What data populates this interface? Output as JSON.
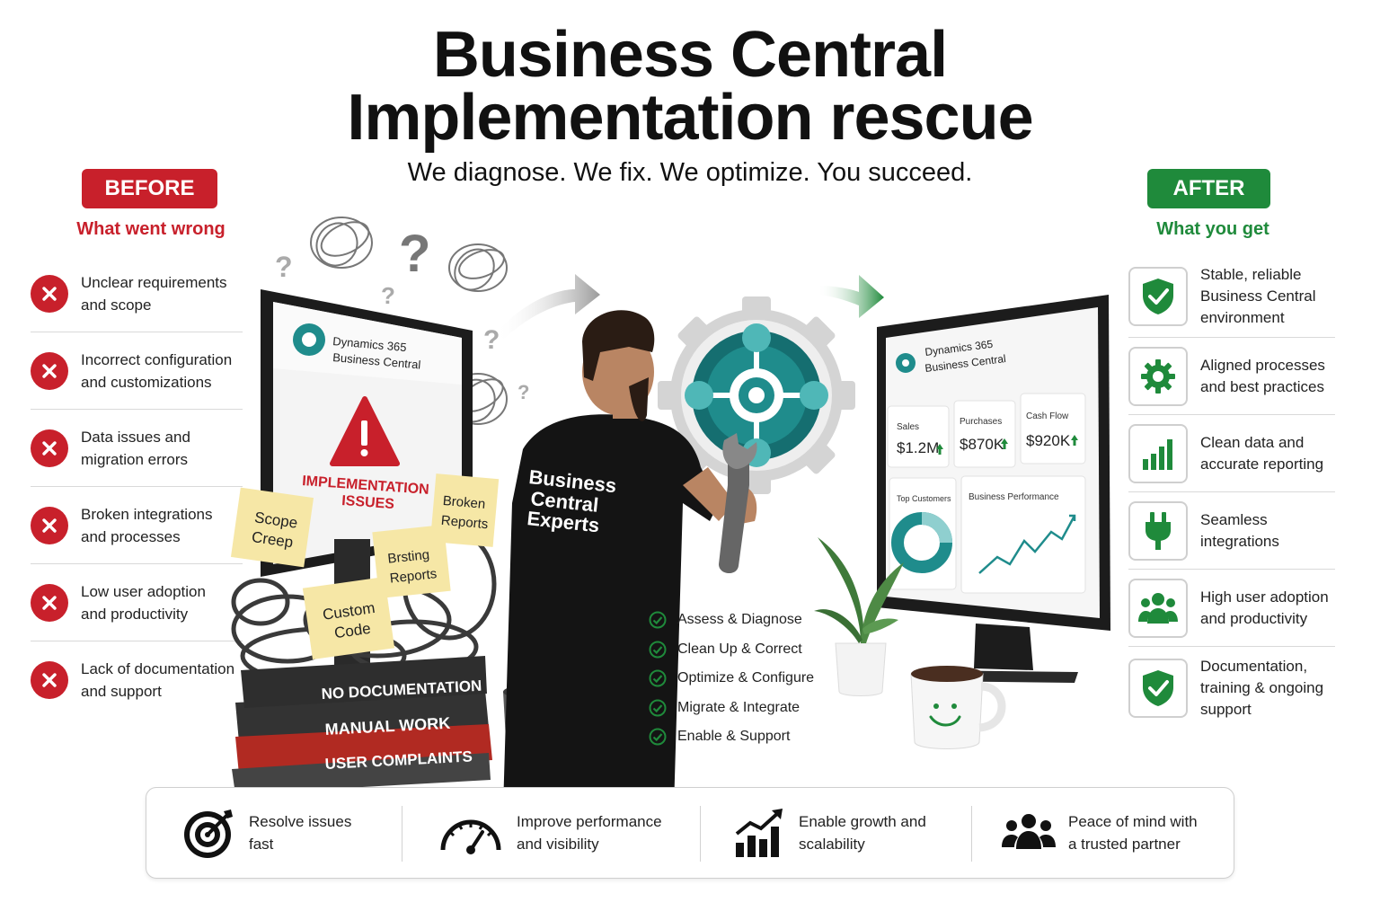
{
  "header": {
    "title_line1": "Business Central",
    "title_line2": "Implementation rescue",
    "subtitle": "We diagnose. We fix. We optimize. You succeed."
  },
  "before": {
    "label": "BEFORE",
    "sublabel": "What went wrong",
    "items": [
      {
        "line1": "Unclear requirements",
        "line2": "and scope"
      },
      {
        "line1": "Incorrect configuration",
        "line2": "and customizations"
      },
      {
        "line1": "Data issues and",
        "line2": "migration errors"
      },
      {
        "line1": "Broken integrations",
        "line2": "and processes"
      },
      {
        "line1": "Low user adoption",
        "line2": "and productivity"
      },
      {
        "line1": "Lack of documentation",
        "line2": "and support"
      }
    ]
  },
  "after": {
    "label": "AFTER",
    "sublabel": "What you get",
    "items": [
      {
        "line1": "Stable, reliable",
        "line2": "Business Central",
        "line3": "environment",
        "icon": "shield-check-icon"
      },
      {
        "line1": "Aligned processes",
        "line2": "and best practices",
        "icon": "gear-icon"
      },
      {
        "line1": "Clean data and",
        "line2": "accurate reporting",
        "icon": "bar-chart-icon"
      },
      {
        "line1": "Seamless",
        "line2": "integrations",
        "icon": "plug-icon"
      },
      {
        "line1": "High user adoption",
        "line2": "and productivity",
        "icon": "users-icon"
      },
      {
        "line1": "Documentation,",
        "line2": "training & ongoing",
        "line3": "support",
        "icon": "shield-check-icon"
      }
    ]
  },
  "left_monitor": {
    "brand_line1": "Dynamics 365",
    "brand_line2": "Business Central",
    "alert_line1": "IMPLEMENTATION",
    "alert_line2": "ISSUES"
  },
  "sticky_notes": [
    {
      "line1": "Scope",
      "line2": "Creep"
    },
    {
      "line1": "Broken",
      "line2": "Reports"
    },
    {
      "line1": "Brsting",
      "line2": "Reports"
    },
    {
      "line1": "Custom",
      "line2": "Code"
    }
  ],
  "books": [
    "NO DOCUMENTATION",
    "MANUAL WORK",
    "USER COMPLAINTS"
  ],
  "consultant_shirt": {
    "line1": "Business",
    "line2": "Central",
    "line3": "Experts"
  },
  "steps": [
    "Assess & Diagnose",
    "Clean Up & Correct",
    "Optimize & Configure",
    "Migrate & Integrate",
    "Enable & Support"
  ],
  "right_monitor": {
    "brand_line1": "Dynamics 365",
    "brand_line2": "Business Central",
    "kpis": [
      {
        "label": "Sales",
        "value": "$1.2M"
      },
      {
        "label": "Purchases",
        "value": "$870K"
      },
      {
        "label": "Cash Flow",
        "value": "$920K"
      }
    ],
    "panel1_title": "Top Customers",
    "panel2_title": "Business Performance"
  },
  "bottom_bar": [
    {
      "line1": "Resolve issues",
      "line2": "fast",
      "icon": "target-icon"
    },
    {
      "line1": "Improve performance",
      "line2": "and visibility",
      "icon": "speedometer-icon"
    },
    {
      "line1": "Enable growth and",
      "line2": "scalability",
      "icon": "growth-chart-icon"
    },
    {
      "line1": "Peace of mind with",
      "line2": "a trusted partner",
      "icon": "team-icon"
    }
  ],
  "colors": {
    "red": "#c8202b",
    "green": "#1f8a3b",
    "teal": "#1f8c8c"
  }
}
